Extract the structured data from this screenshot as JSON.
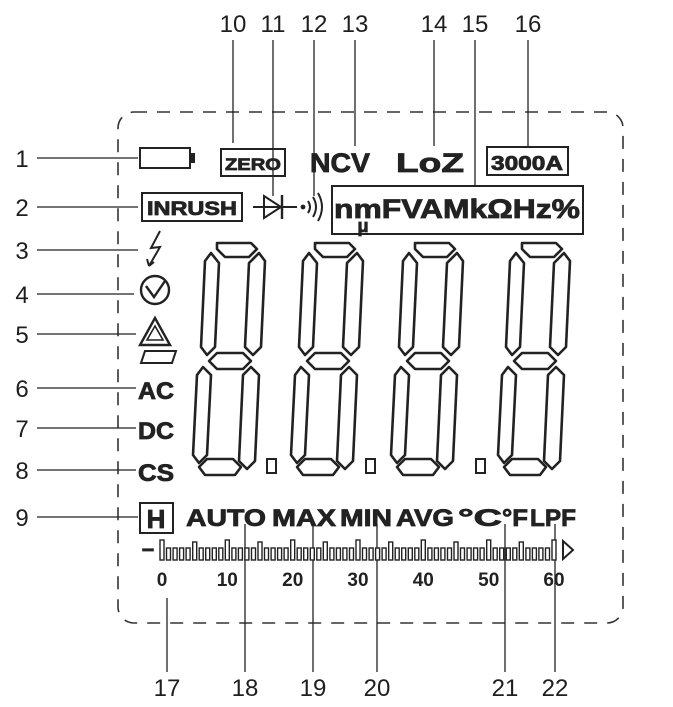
{
  "callouts": {
    "n1": "1",
    "n2": "2",
    "n3": "3",
    "n4": "4",
    "n5": "5",
    "n6": "6",
    "n7": "7",
    "n8": "8",
    "n9": "9",
    "n10": "10",
    "n11": "11",
    "n12": "12",
    "n13": "13",
    "n14": "14",
    "n15": "15",
    "n16": "16",
    "n17": "17",
    "n18": "18",
    "n19": "19",
    "n20": "20",
    "n21": "21",
    "n22": "22"
  },
  "display": {
    "zero": "ZERO",
    "ncv": "NCV",
    "loz": "LoZ",
    "range_3000a": "3000A",
    "inrush": "INRUSH",
    "units": "nmFVAMkΩHz%",
    "micro": "μ",
    "ac": "AC",
    "dc": "DC",
    "cs": "CS",
    "hold": "H",
    "auto": "AUTO",
    "max": "MAX",
    "min": "MIN",
    "avg": "AVG",
    "celsius": "°C",
    "fahrenheit": "°F",
    "lpf": "LPF",
    "bar_minus": "–"
  },
  "scale": {
    "ticks": [
      "0",
      "10",
      "20",
      "30",
      "40",
      "50",
      "60"
    ]
  },
  "icons": [
    "battery-icon",
    "diode-icon",
    "continuity-icon",
    "lightning-icon",
    "auto-power-off-icon",
    "warning-triangle-icon",
    "bargraph-arrow-icon"
  ]
}
